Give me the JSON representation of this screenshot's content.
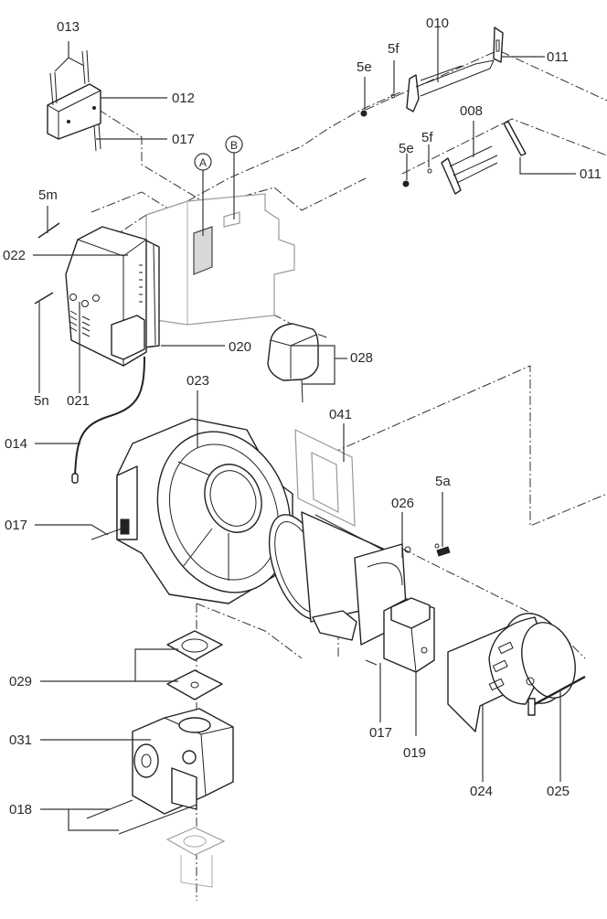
{
  "diagram": {
    "title": "Burner exploded parts view",
    "callouts": {
      "c013": "013",
      "c012": "012",
      "c017a": "017",
      "c010": "010",
      "c011a": "011",
      "c5e_a": "5e",
      "c5f_a": "5f",
      "c008": "008",
      "c5e_b": "5e",
      "c5f_b": "5f",
      "c011b": "011",
      "c5m": "5m",
      "c022": "022",
      "c020": "020",
      "c5n": "5n",
      "c021": "021",
      "c028": "028",
      "c023": "023",
      "c014": "014",
      "c041": "041",
      "c017b": "017",
      "c5a": "5a",
      "c026": "026",
      "c029": "029",
      "c031": "031",
      "c017c": "017",
      "c019": "019",
      "c018": "018",
      "c024": "024",
      "c025": "025"
    },
    "markers": {
      "a": "A",
      "b": "B"
    }
  }
}
